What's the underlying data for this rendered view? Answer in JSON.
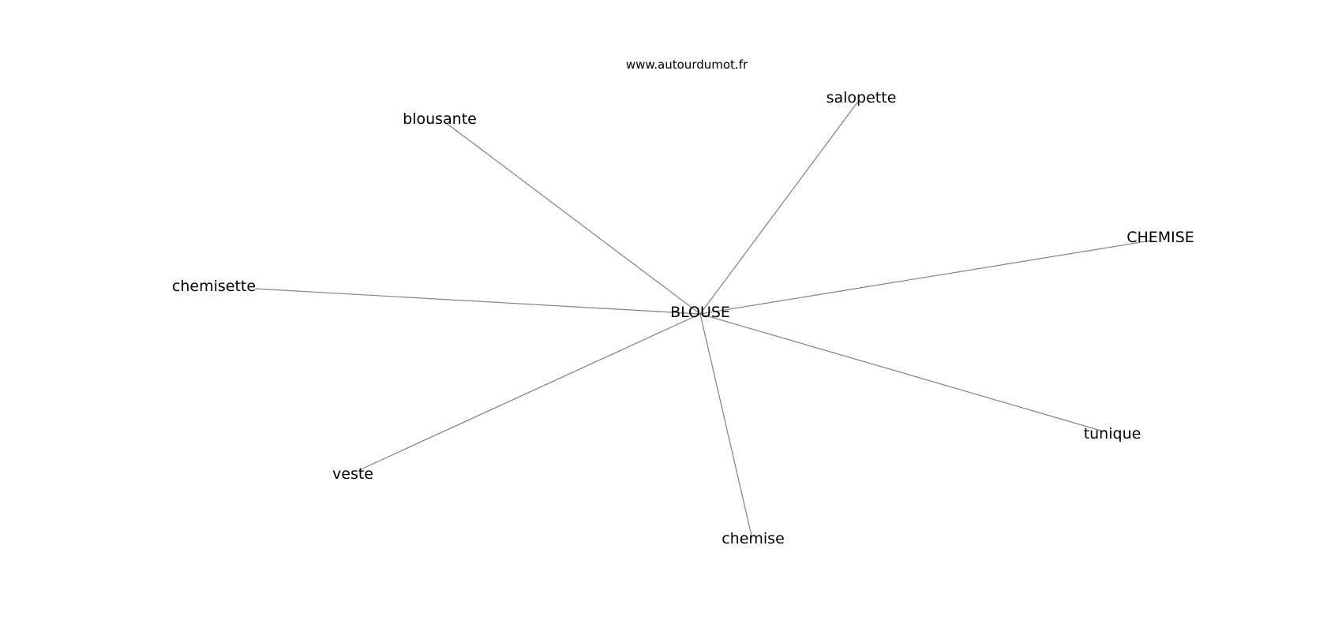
{
  "title": "www.autourdumot.fr",
  "edge_color": "#808080",
  "center": "BLOUSE",
  "nodes": [
    "BLOUSE",
    "blousante",
    "salopette",
    "CHEMISE",
    "chemisette",
    "veste",
    "chemise",
    "tunique"
  ],
  "edges": [
    [
      "BLOUSE",
      "blousante"
    ],
    [
      "BLOUSE",
      "salopette"
    ],
    [
      "BLOUSE",
      "CHEMISE"
    ],
    [
      "BLOUSE",
      "chemisette"
    ],
    [
      "BLOUSE",
      "veste"
    ],
    [
      "BLOUSE",
      "chemise"
    ],
    [
      "BLOUSE",
      "tunique"
    ]
  ]
}
